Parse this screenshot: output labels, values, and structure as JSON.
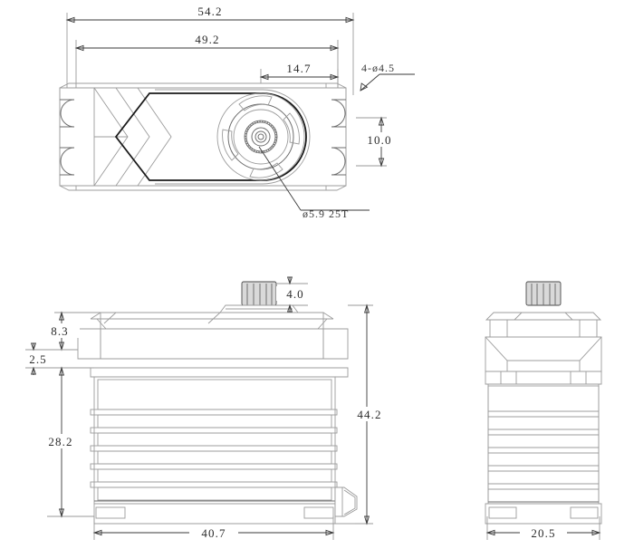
{
  "drawing": {
    "title": "Servo Dimensional Drawing",
    "units": "mm",
    "background_color": "#ffffff",
    "line_color": "#6e6e6e",
    "dim_color": "#2b2b2b"
  },
  "views": {
    "top": {
      "name": "Top View",
      "description": "Servo top view with mounting tabs, chevron case pattern and splined output horn"
    },
    "front": {
      "name": "Front View",
      "description": "Servo front view with flange, heat sink fins and cable exit"
    },
    "side": {
      "name": "Side View",
      "description": "Servo side view showing splined shaft and fin stack"
    }
  },
  "dimensions": {
    "overall_length": "54.2",
    "mounting_hole_span": "49.2",
    "shaft_offset": "14.7",
    "mounting_hole_pitch": "10.0",
    "shaft_height": "4.0",
    "flange_height": "8.3",
    "flange_thickness": "2.5",
    "body_height": "28.2",
    "overall_height": "44.2",
    "body_length": "40.7",
    "body_width": "20.5"
  },
  "notes": {
    "mounting_holes": "4-ø4.5",
    "spline": "ø5.9 25T"
  }
}
